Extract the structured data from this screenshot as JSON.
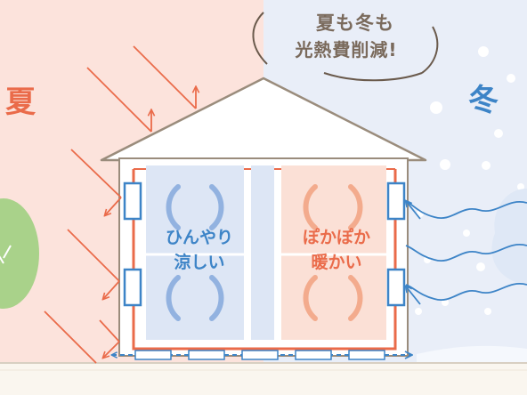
{
  "colors": {
    "summer_bg": "#fce3dc",
    "winter_bg": "#e9eef8",
    "summer_accent": "#ea6b4a",
    "winter_accent": "#3d84c7",
    "tree": "#a9d28a",
    "cool_room": "#dde6f5",
    "warm_room": "#fbe0d6"
  },
  "labels": {
    "summer": "夏",
    "winter": "冬",
    "callout_line1": "夏も冬も",
    "callout_line2": "光熱費削減!",
    "cool_line1": "ひんやり",
    "cool_line2": "涼しい",
    "warm_line1": "ぽかぽか",
    "warm_line2": "暖かい"
  },
  "icons": {
    "sun_rays": "diagonal-arrow-icon",
    "wind": "wave-arrow-icon",
    "circulation": "circular-arrows-icon",
    "vent": "window-vent-icon",
    "floor_air": "dashed-double-arrow-icon"
  }
}
